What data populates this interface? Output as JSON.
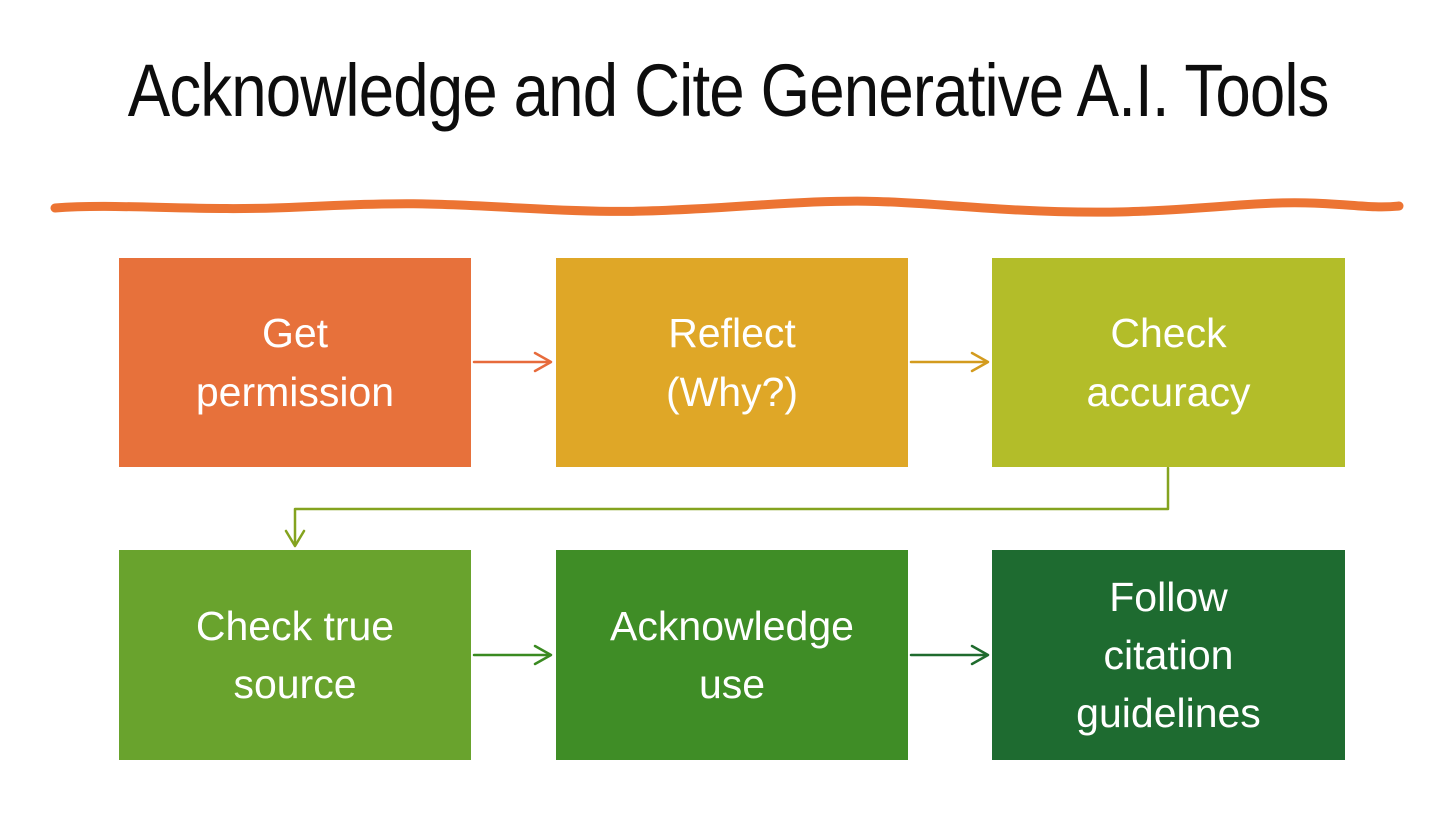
{
  "title": "Acknowledge and Cite Generative A.I. Tools",
  "divider": {
    "color": "#EC7433"
  },
  "flow": {
    "boxes": [
      {
        "id": "get-permission",
        "label": "Get\npermission",
        "color": "#E7713B",
        "text_color": "#FFFFFF"
      },
      {
        "id": "reflect-why",
        "label": "Reflect\n(Why?)",
        "color": "#DFA727",
        "text_color": "#FFFFFF"
      },
      {
        "id": "check-accuracy",
        "label": "Check\naccuracy",
        "color": "#B3BD29",
        "text_color": "#FFFFFF"
      },
      {
        "id": "check-true-source",
        "label": "Check true\nsource",
        "color": "#69A32D",
        "text_color": "#FFFFFF"
      },
      {
        "id": "acknowledge-use",
        "label": "Acknowledge\nuse",
        "color": "#3F8D26",
        "text_color": "#FFFFFF"
      },
      {
        "id": "follow-citation-guidelines",
        "label": "Follow\ncitation\nguidelines",
        "color": "#1E6B30",
        "text_color": "#FFFFFF"
      }
    ],
    "arrows": [
      {
        "from": "get-permission",
        "to": "reflect-why",
        "color": "#E76B3C"
      },
      {
        "from": "reflect-why",
        "to": "check-accuracy",
        "color": "#D39B1E"
      },
      {
        "from": "check-accuracy",
        "to": "check-true-source",
        "color": "#84A31F"
      },
      {
        "from": "check-true-source",
        "to": "acknowledge-use",
        "color": "#3A8A21"
      },
      {
        "from": "acknowledge-use",
        "to": "follow-citation-guidelines",
        "color": "#1F6B2E"
      }
    ]
  }
}
